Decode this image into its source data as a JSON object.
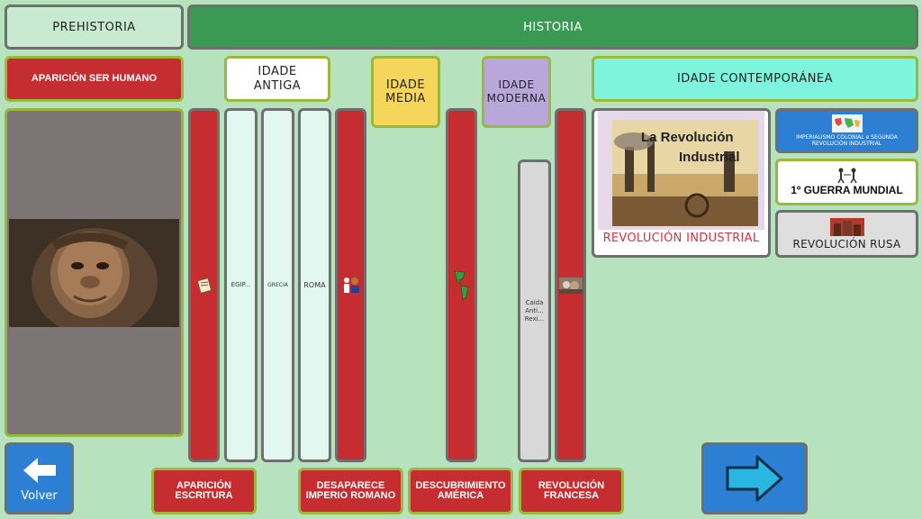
{
  "header": {
    "prehistoria": "PREHISTORIA",
    "historia": "HISTORIA"
  },
  "ages": {
    "aparicion": "APARICIÓN SER HUMANO",
    "antiga": "IDADE ANTIGA",
    "media": "IDADE MEDIA",
    "moderna": "IDADE MODERNA",
    "contemporanea": "IDADE CONTEMPORÁNEA"
  },
  "bars": {
    "egipto": "EGIP...",
    "grecia": "GRECIA",
    "roma": "ROMA",
    "caida": "Caída Anti... Rexi..."
  },
  "feature": {
    "image_title_line1": "La Revolución",
    "image_title_line2": "Industrial",
    "caption": "REVOLUCIÓN INDUSTRIAL"
  },
  "side_items": [
    {
      "label": "IMPERIALISMO COLONIAL e SEGUNDA REVOLUCIÓN INDUSTRIAL"
    },
    {
      "label": "1º GUERRA MUNDIAL"
    },
    {
      "label": "REVOLUCIÓN RUSA"
    }
  ],
  "events": {
    "escritura": "APARICIÓN ESCRITURA",
    "imperio": "DESAPARECE IMPERIO ROMANO",
    "america": "DESCUBRIMIENTO AMÉRICA",
    "francesa": "REVOLUCIÓN FRANCESA"
  },
  "nav": {
    "back": "Volver"
  },
  "colors": {
    "background": "#b6e2be",
    "historia": "#3a9a54",
    "red": "#c62d30",
    "media": "#f6d65a",
    "moderna": "#b9a7d9",
    "contemporanea": "#7ff4dc",
    "nav_blue": "#2d7fd3"
  }
}
